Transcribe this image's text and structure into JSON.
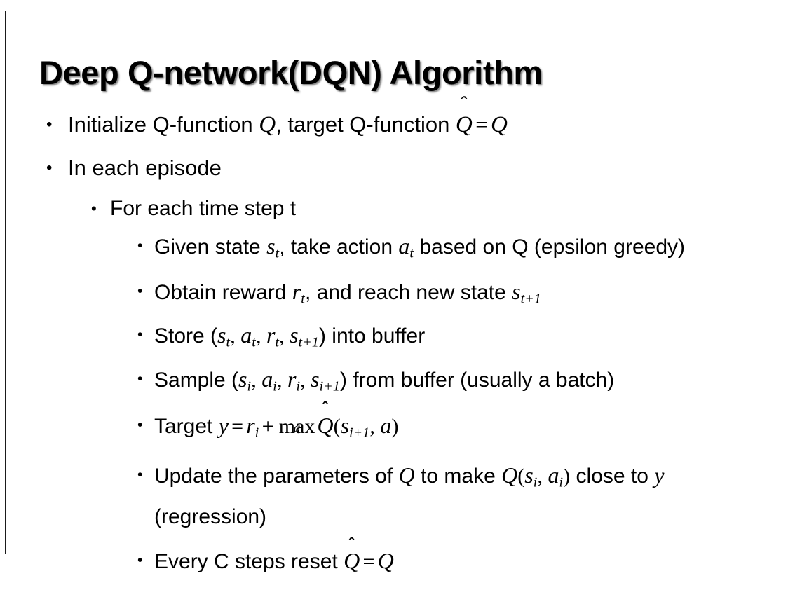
{
  "slide": {
    "title": "Deep Q-network(DQN) Algorithm",
    "background_color": "#ffffff",
    "text_color": "#000000",
    "accent_rule_color": "#1a1a1a",
    "bullet_glyph": "•"
  },
  "bullets": {
    "initialize": {
      "level": 1,
      "plain_text": "Initialize Q-function Q, target Q-function Q̂ = Q",
      "prefix": "Initialize Q-function ",
      "math_q1": "Q",
      "mid": ", target Q-function ",
      "math_qhat_base": "Q",
      "math_hat": "̂",
      "equals": "=",
      "math_q2": "Q"
    },
    "in_each_episode": {
      "level": 1,
      "plain_text": "In each episode",
      "text": "In each episode"
    },
    "for_each_time_step": {
      "level": 2,
      "plain_text": "For each time step t",
      "text": "For each time step t"
    },
    "given_state": {
      "level": 3,
      "plain_text": "Given state s_t, take action a_t based on Q (epsilon greedy)",
      "prefix": "Given state ",
      "math_s": "s",
      "sub_s": "t",
      "mid": ", take action ",
      "math_a": "a",
      "sub_a": "t",
      "suffix": " based on Q (epsilon greedy)"
    },
    "obtain_reward": {
      "level": 3,
      "plain_text": "Obtain reward r_t, and reach new state s_{t+1}",
      "prefix": "Obtain reward ",
      "math_r": "r",
      "sub_r": "t",
      "mid": ", and reach new state ",
      "math_s": "s",
      "sub_s": "t+1"
    },
    "store": {
      "level": 3,
      "plain_text": "Store (s_t, a_t, r_t, s_{t+1}) into buffer",
      "prefix": "Store (",
      "math_s1": "s",
      "sub_s1": "t",
      "sep1": ", ",
      "math_a": "a",
      "sub_a": "t",
      "sep2": ", ",
      "math_r": "r",
      "sub_r": "t",
      "sep3": ", ",
      "math_s2": "s",
      "sub_s2": "t+1",
      "suffix": ") into buffer"
    },
    "sample": {
      "level": 3,
      "plain_text": "Sample (s_i, a_i, r_i, s_{i+1}) from buffer (usually a batch)",
      "prefix": "Sample (",
      "math_s1": "s",
      "sub_s1": "i",
      "sep1": ", ",
      "math_a": "a",
      "sub_a": "i",
      "sep2": ", ",
      "math_r": "r",
      "sub_r": "i",
      "sep3": ", ",
      "math_s2": "s",
      "sub_s2": "i+1",
      "suffix": ") from buffer (usually a batch)"
    },
    "target": {
      "level": 3,
      "plain_text": "Target y = r_i + max_a Q̂(s_{i+1}, a)",
      "prefix": "Target ",
      "math_y": "y",
      "equals": "=",
      "math_r": "r",
      "sub_r": "i",
      "plus": "+",
      "max_op": "max",
      "max_under": "a",
      "math_qhat_base": "Q",
      "math_hat": "̂",
      "open_paren": "(",
      "math_s": "s",
      "sub_s": "i+1",
      "comma": ", ",
      "math_a": "a",
      "close_paren": ")"
    },
    "update": {
      "level": 3,
      "plain_text": "Update the parameters of Q to make Q(s_i, a_i) close to y (regression)",
      "prefix": "Update the parameters of ",
      "math_q1": "Q",
      "mid": " to make ",
      "math_q2": "Q",
      "open_paren": "(",
      "math_s": "s",
      "sub_s": "i",
      "comma": ", ",
      "math_a": "a",
      "sub_a": "i",
      "close_paren": ")",
      "suffix1": " close to ",
      "math_y": "y",
      "suffix2": " (regression)"
    },
    "every_c": {
      "level": 3,
      "plain_text": "Every C steps reset Q̂ = Q",
      "prefix": "Every C steps reset ",
      "math_qhat_base": "Q",
      "math_hat": "̂",
      "equals": "=",
      "math_q": "Q"
    }
  }
}
